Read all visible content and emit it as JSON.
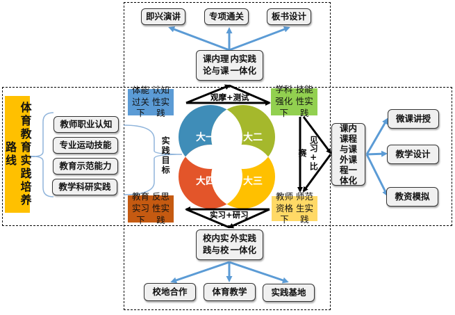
{
  "title": "体育教育实践培养路线",
  "colors": {
    "title_bg": "#FFC000",
    "freshman": "#5B9BD5",
    "sophomore": "#92D050",
    "junior": "#FFD966",
    "senior": "#C55A11",
    "circle_1": "#3F8DB8",
    "circle_2": "#A5B82C",
    "circle_3": "#FFC000",
    "circle_4": "#E3552A",
    "blue_arrow": "#5B9BD5"
  },
  "left_items": [
    "教师职业认知",
    "专业运动技能",
    "教育示范能力",
    "教学科研实践"
  ],
  "practice_goal_label": "实践目标",
  "top": {
    "center": "课内理论与课内实践一体化",
    "children": [
      "即兴演讲",
      "专项通关",
      "板书设计"
    ],
    "edge_label": "观摩+测试"
  },
  "bottom": {
    "center": "校内实践与校外实践一体化",
    "children": [
      "校地合作",
      "体育教学",
      "实践基地"
    ],
    "edge_label": "实习+研习"
  },
  "right": {
    "center": "课内课程与课外课程一体化",
    "children": [
      "微课讲授",
      "教学设计",
      "教资模拟"
    ],
    "edge_label": "见习+比赛"
  },
  "stages": {
    "freshman": "体能过关下认知性实践",
    "sophomore": "学科强化下技能性实践",
    "junior": "教师资格下师范生实践",
    "senior": "教育实习下反思性实践"
  },
  "circles": [
    "大一",
    "大二",
    "大三",
    "大四"
  ]
}
